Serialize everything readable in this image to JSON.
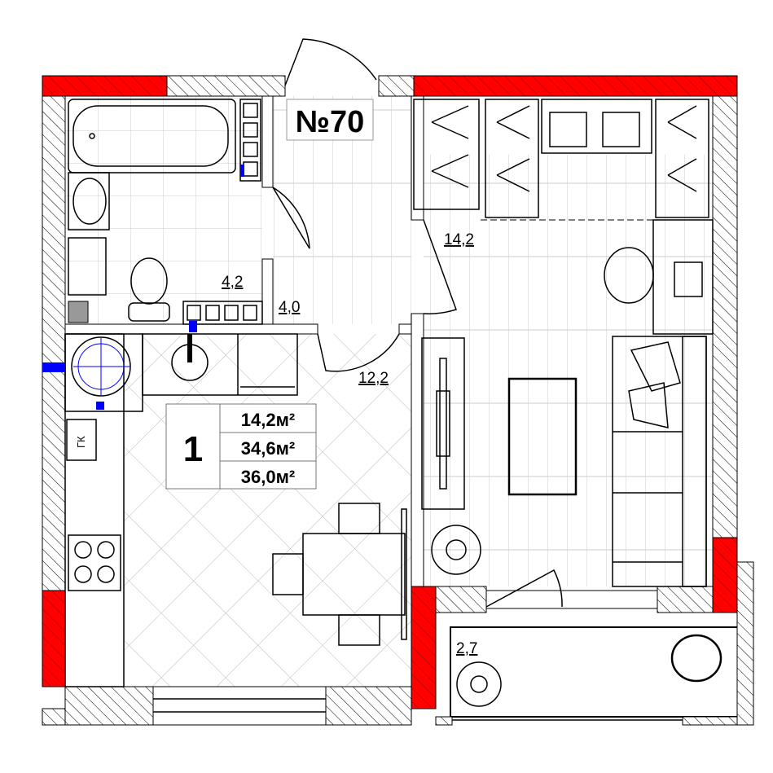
{
  "apartment": {
    "number_label": "№70"
  },
  "rooms": {
    "living": "14,2",
    "bathroom": "4,2",
    "hall": "4,0",
    "kitchen": "12,2",
    "balcony": "2,7"
  },
  "summary": {
    "room_count": "1",
    "living_area": "14,2м²",
    "total_area": "34,6м²",
    "total_with_balcony": "36,0м²"
  },
  "labels": {
    "gas_boiler": "ГК"
  },
  "colors": {
    "load_wall": "#ff0000",
    "utility": "#0000ff"
  }
}
